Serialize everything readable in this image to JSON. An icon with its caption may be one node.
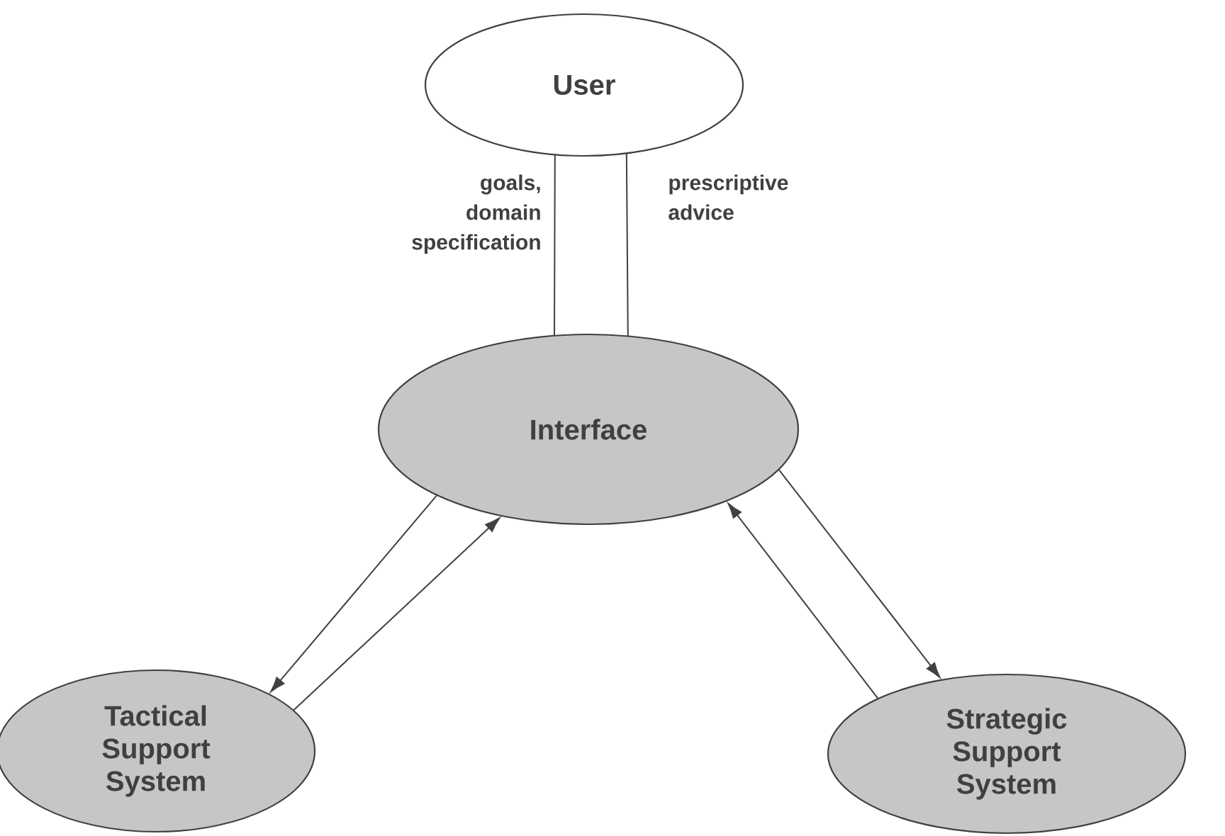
{
  "diagram": {
    "nodes": [
      {
        "text": [
          "User"
        ]
      },
      {
        "text": [
          "Interface"
        ]
      },
      {
        "text": [
          "Tactical Support System"
        ]
      },
      {
        "text": [
          "Strategic Support System"
        ]
      }
    ],
    "edges": [
      {
        "from": 0,
        "to": 1,
        "arrow": "none",
        "label": "goals, domain specification"
      },
      {
        "from": 1,
        "to": 0,
        "arrow": "none",
        "label": "prescriptive advice"
      },
      {
        "from": 1,
        "to": 2,
        "arrow": "to"
      },
      {
        "from": 2,
        "to": 1,
        "arrow": "to"
      },
      {
        "from": 3,
        "to": 1,
        "arrow": "to"
      },
      {
        "from": 1,
        "to": 3,
        "arrow": "to"
      }
    ]
  }
}
